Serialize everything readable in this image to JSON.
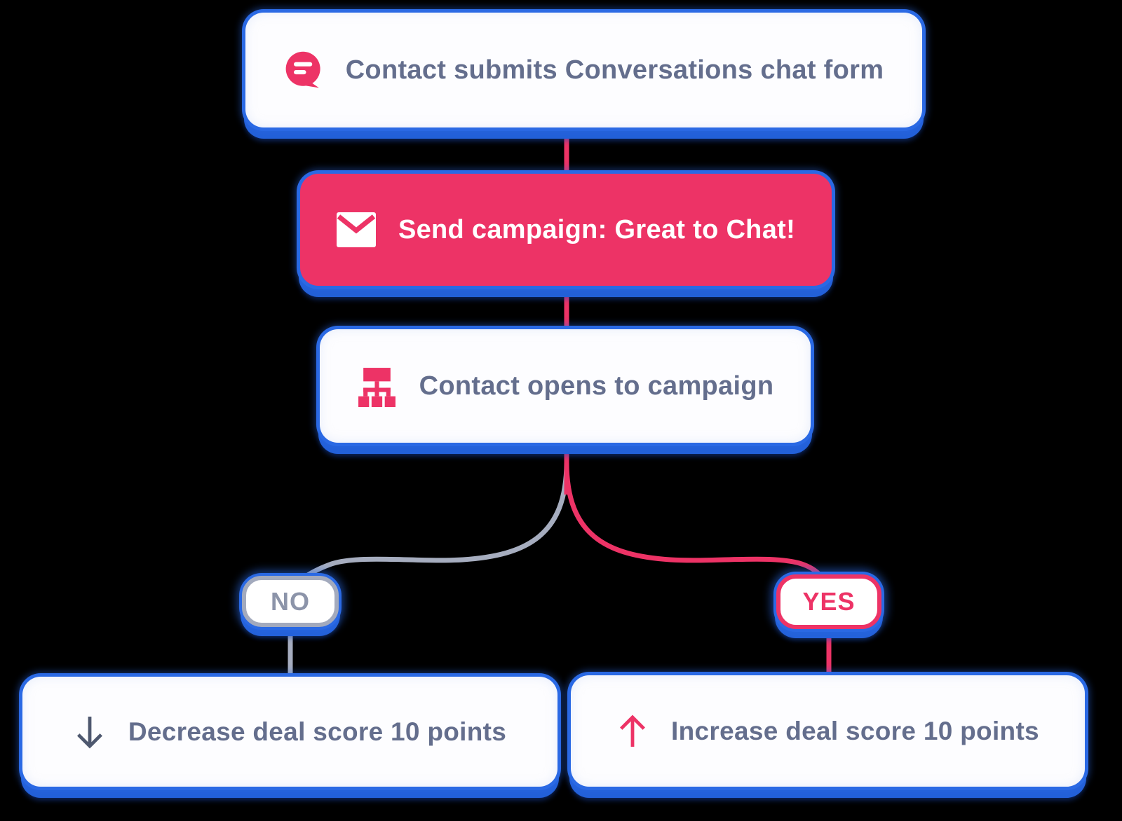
{
  "colors": {
    "accent_pink": "#ED3366",
    "connector_gray": "#A6ADBF",
    "card_border_blue": "#2A69E4",
    "card_shadow_blue": "#2360D8",
    "text_slate": "#646E8D",
    "no_gray": "#8C94A9",
    "card_white": "#FDFDFF"
  },
  "nodes": [
    {
      "id": "trigger",
      "icon": "chat-bubble-icon",
      "label": "Contact submits Conversations chat form",
      "variant": "white"
    },
    {
      "id": "send-campaign",
      "icon": "envelope-icon",
      "label": "Send campaign: Great to Chat!",
      "variant": "pink"
    },
    {
      "id": "opens-campaign",
      "icon": "sitemap-icon",
      "label": "Contact opens to campaign",
      "variant": "white"
    },
    {
      "id": "decrease-score",
      "icon": "arrow-down-icon",
      "label": "Decrease deal score 10 points",
      "variant": "white"
    },
    {
      "id": "increase-score",
      "icon": "arrow-up-icon",
      "label": "Increase deal score 10 points",
      "variant": "white"
    }
  ],
  "branch": {
    "no_label": "NO",
    "yes_label": "YES"
  }
}
